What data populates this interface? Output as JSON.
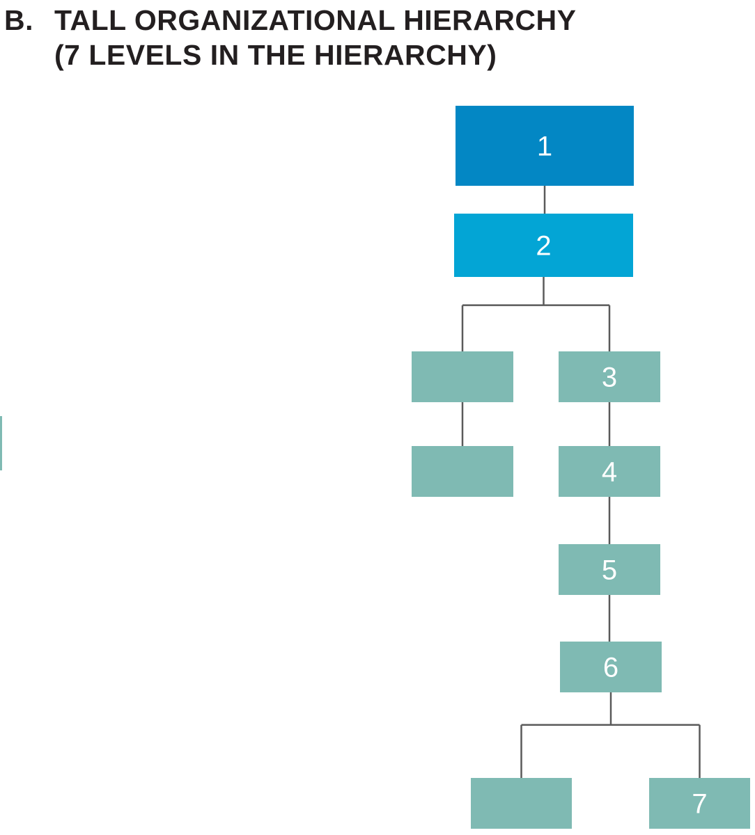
{
  "heading": {
    "letter": "B.",
    "line1": "TALL ORGANIZATIONAL HIERARCHY",
    "line2": "(7 LEVELS IN THE HIERARCHY)"
  },
  "colors": {
    "level1": "#0387c4",
    "level2": "#03a5d5",
    "lower_levels": "#7fbab3",
    "connector": "#5a5a5a",
    "text": "#231f20"
  },
  "org_chart": {
    "nodes": [
      {
        "id": "n1",
        "label": "1",
        "parent": null,
        "level": 1
      },
      {
        "id": "n2",
        "label": "2",
        "parent": "n1",
        "level": 2
      },
      {
        "id": "n3a",
        "label": "",
        "parent": "n2",
        "level": 3
      },
      {
        "id": "n3",
        "label": "3",
        "parent": "n2",
        "level": 3
      },
      {
        "id": "n4a",
        "label": "",
        "parent": "n3a",
        "level": 4
      },
      {
        "id": "n4",
        "label": "4",
        "parent": "n3",
        "level": 4
      },
      {
        "id": "n5",
        "label": "5",
        "parent": "n4",
        "level": 5
      },
      {
        "id": "n6",
        "label": "6",
        "parent": "n5",
        "level": 6
      },
      {
        "id": "n7a",
        "label": "",
        "parent": "n6",
        "level": 7
      },
      {
        "id": "n7",
        "label": "7",
        "parent": "n6",
        "level": 7
      }
    ]
  }
}
